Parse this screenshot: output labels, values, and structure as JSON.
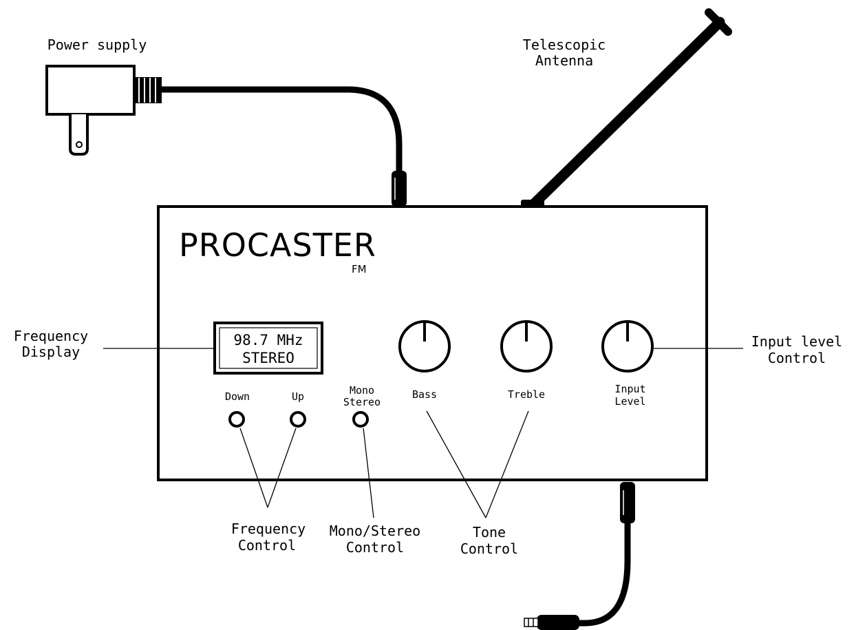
{
  "labels": {
    "power_supply": "Power supply",
    "antenna_line1": "Telescopic",
    "antenna_line2": "Antenna",
    "freq_display_line1": "Frequency",
    "freq_display_line2": "Display",
    "input_level_control_line1": "Input level",
    "input_level_control_line2": "Control",
    "frequency_control_line1": "Frequency",
    "frequency_control_line2": "Control",
    "mono_stereo_control_line1": "Mono/Stereo",
    "mono_stereo_control_line2": "Control",
    "tone_control_line1": "Tone",
    "tone_control_line2": "Control"
  },
  "device": {
    "brand": "PROCASTER",
    "brand_sub": "FM",
    "display_line1": "98.7 MHz",
    "display_line2": "STEREO",
    "down_label": "Down",
    "up_label": "Up",
    "mono_label": "Mono",
    "stereo_label": "Stereo",
    "bass_label": "Bass",
    "treble_label": "Treble",
    "input_label_line1": "Input",
    "input_label_line2": "Level"
  },
  "colors": {
    "ink": "#000000",
    "background": "#ffffff"
  }
}
